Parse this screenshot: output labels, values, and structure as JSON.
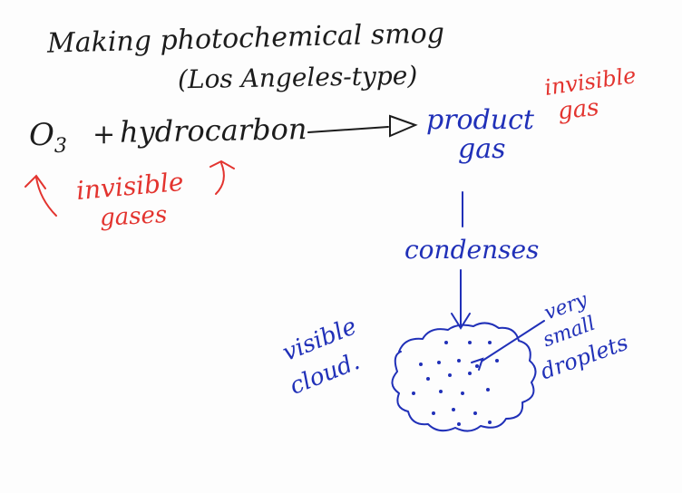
{
  "title": {
    "line1": "Making photochemical smog",
    "line2": "(Los Angeles-type)"
  },
  "reaction": {
    "o3": "O",
    "o3_sub": "3",
    "plus": "+",
    "hydrocarbon": "hydrocarbon",
    "product_line1": "product",
    "product_line2": "gas"
  },
  "annotations": {
    "invisible_gas_right_line1": "invisible",
    "invisible_gas_right_line2": "gas",
    "invisible_gases_left_line1": "invisible",
    "invisible_gases_left_line2": "gases",
    "condenses": "condenses",
    "visible_cloud_line1": "visible",
    "visible_cloud_line2": "cloud.",
    "small_droplets_line1": "very",
    "small_droplets_line2": "small",
    "small_droplets_line3": "droplets"
  },
  "colors": {
    "ink_black": "#1c1c1c",
    "ink_red": "#e3342f",
    "ink_blue": "#2030b8"
  }
}
